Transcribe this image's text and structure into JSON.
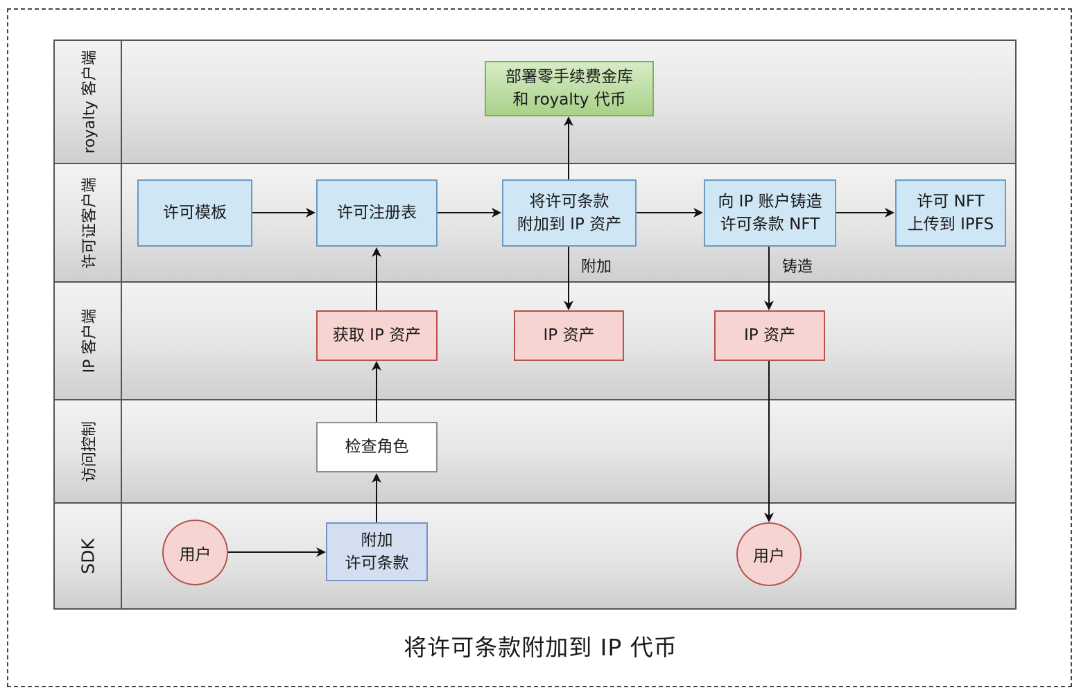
{
  "lanes": {
    "royalty_client": "royalty 客户端",
    "license_client": "许可证客户端",
    "ip_client": "IP 客户端",
    "access_control": "访问控制",
    "sdk": "SDK"
  },
  "nodes": {
    "deploy_vault": "部署零手续费金库\n和 royalty 代币",
    "license_template": "许可模板",
    "license_registry": "许可注册表",
    "attach_terms_to_ip": "将许可条款\n附加到 IP 资产",
    "mint_license_nft": "向 IP 账户铸造\n许可条款 NFT",
    "upload_nft_ipfs": "许可 NFT\n上传到 IPFS",
    "get_ip_asset": "获取 IP 资产",
    "ip_asset_attach": "IP 资产",
    "ip_asset_mint": "IP 资产",
    "check_role": "检查角色",
    "attach_license_terms": "附加\n许可条款",
    "user_left": "用户",
    "user_right": "用户"
  },
  "edge_labels": {
    "attach": "附加",
    "mint": "铸造"
  },
  "caption": "将许可条款附加到 IP 代币",
  "colors": {
    "blue_fill": "#cfe6f4",
    "green_fill": "#a9d18a",
    "red_fill": "#f6d4d2",
    "lavender_fill": "#d3def0"
  }
}
